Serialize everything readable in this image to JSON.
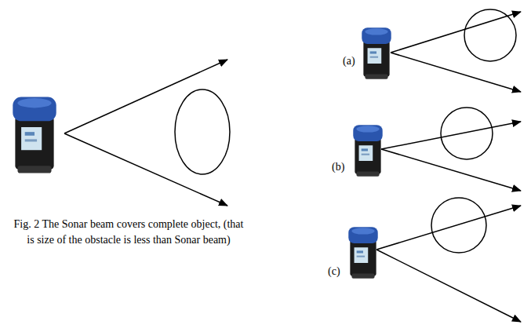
{
  "diagram": {
    "caption": "Fig. 2 The Sonar beam covers complete object, (that is size of the obstacle is less than Sonar beam)",
    "labels": [
      "(a)",
      "(b)",
      "(c)"
    ]
  }
}
